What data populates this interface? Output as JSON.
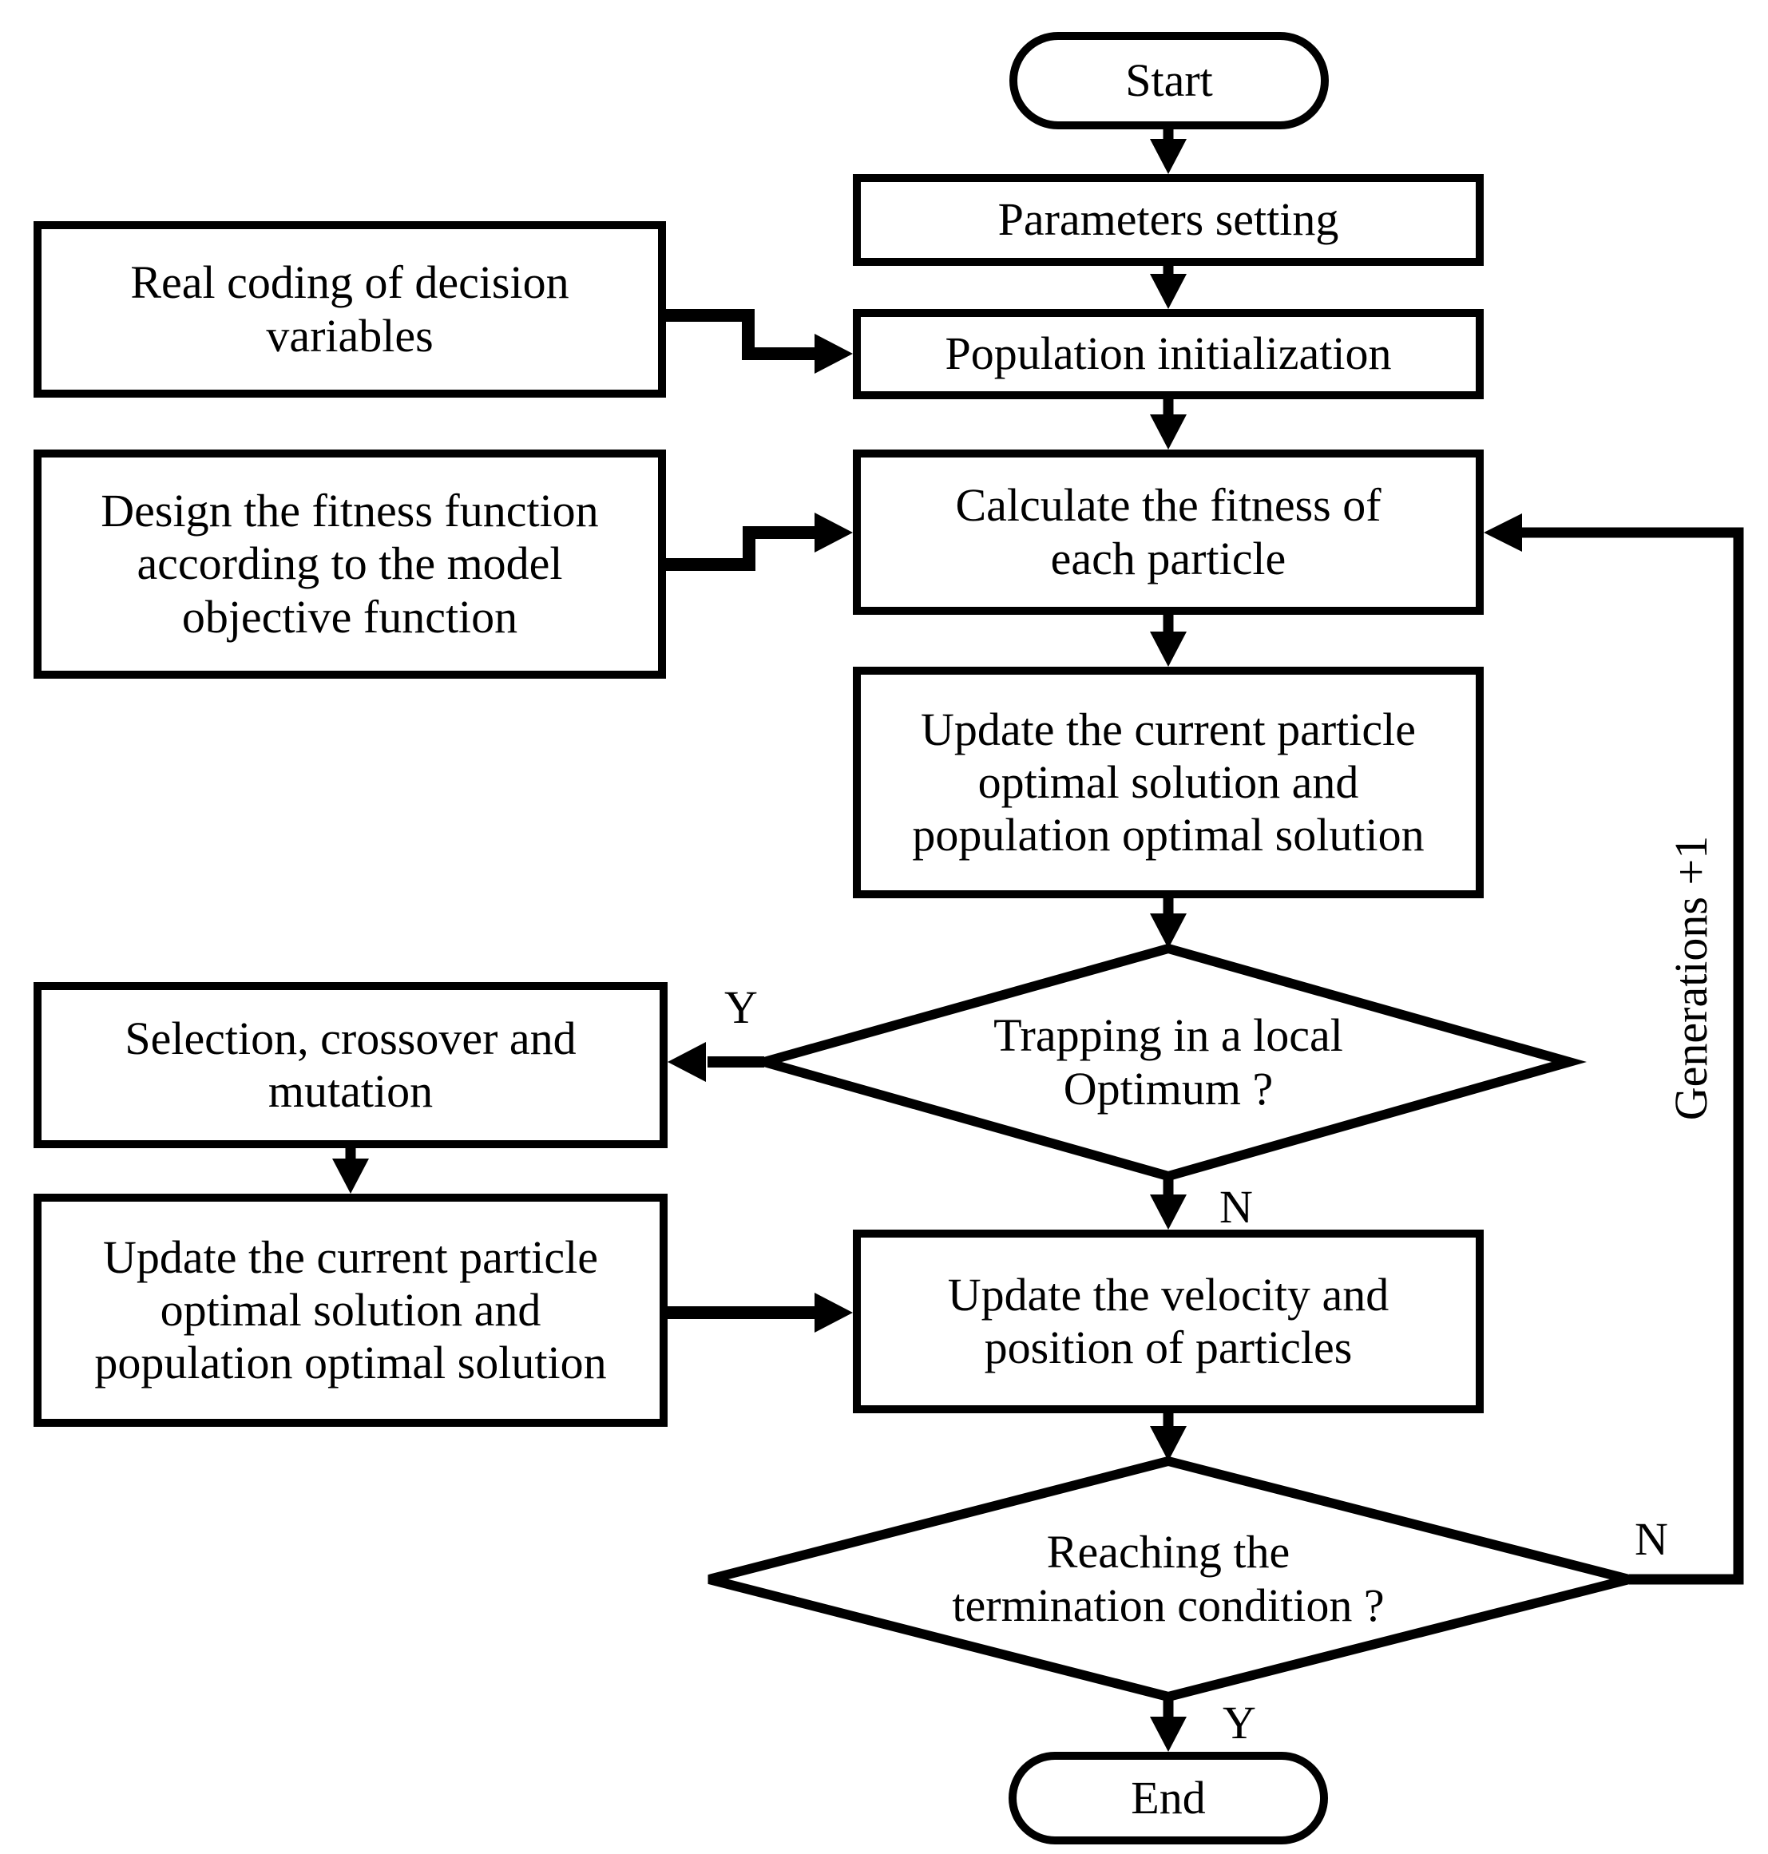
{
  "nodes": {
    "start": {
      "label": "Start"
    },
    "parameters": {
      "label": "Parameters setting"
    },
    "population": {
      "label": "Population initialization"
    },
    "calculate": {
      "label": "Calculate the fitness of\neach particle"
    },
    "update_mid": {
      "label": "Update the current particle\noptimal solution and\npopulation optimal solution"
    },
    "trapping": {
      "label": "Trapping in a local\nOptimum ?"
    },
    "selection": {
      "label": "Selection, crossover and\nmutation"
    },
    "update_left": {
      "label": "Update the current particle\noptimal solution and\npopulation optimal solution"
    },
    "velocity": {
      "label": "Update the velocity and\nposition of particles"
    },
    "reaching": {
      "label": "Reaching the\ntermination condition ?"
    },
    "end": {
      "label": "End"
    },
    "real_coding": {
      "label": "Real coding of decision\nvariables"
    },
    "design_fitness": {
      "label": "Design the fitness function\naccording to the model\nobjective function"
    }
  },
  "edges": {
    "trapping_yes": "Y",
    "trapping_no": "N",
    "reaching_no": "N",
    "reaching_yes": "Y",
    "loop_label": "Generations +1"
  },
  "colors": {
    "stroke": "#000000",
    "background": "#ffffff"
  }
}
